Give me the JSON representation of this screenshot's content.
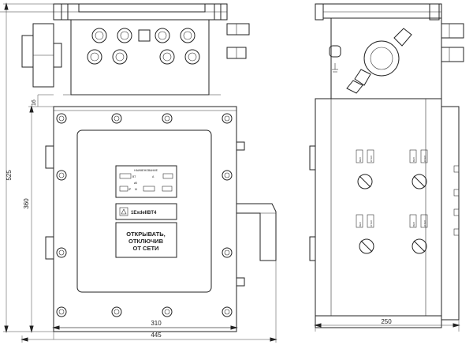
{
  "dimensions": {
    "height_total": "525",
    "height_body": "360",
    "cover_gap": "16",
    "width_body": "310",
    "width_total": "445",
    "depth": "250"
  },
  "nameplate": {
    "header": "НАИМЕНОВАНИЕ",
    "field_1": "ВТ",
    "field_2": "А",
    "field_3": "кВ",
    "field_4": "IP",
    "field_5": "М"
  },
  "ex_marking": "1ExdeIIBT4",
  "warning_plate": {
    "line_1": "ОТКРЫВАТЬ,",
    "line_2": "ОТКЛЮЧИВ",
    "line_3": "ОТ СЕТИ"
  },
  "side_labels": {
    "left_pair": [
      "ВКЛ",
      "ОТКЛ"
    ],
    "right_pair": [
      "ВКЛ",
      "ОТКЛ"
    ]
  },
  "colors": {
    "line": "#222222",
    "background": "#ffffff"
  }
}
